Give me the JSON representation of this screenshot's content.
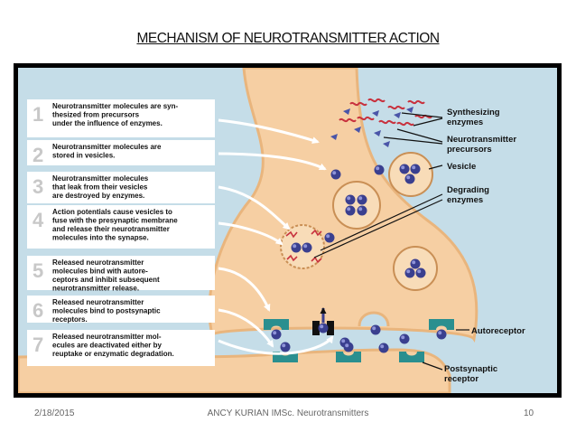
{
  "title": "MECHANISM OF NEUROTRANSMITTER ACTION",
  "steps": [
    {
      "num": "1",
      "lines": [
        "Neurotransmitter molecules are syn-",
        "thesized from precursors",
        "under the influence of enzymes."
      ]
    },
    {
      "num": "2",
      "lines": [
        "Neurotransmitter molecules are",
        "stored in vesicles."
      ]
    },
    {
      "num": "3",
      "lines": [
        "Neurotransmitter molecules",
        "that leak from their vesicles",
        "are destroyed by enzymes."
      ]
    },
    {
      "num": "4",
      "lines": [
        "Action potentials cause vesicles to",
        "fuse with the presynaptic membrane",
        "and release their neurotransmitter",
        "molecules into the synapse."
      ]
    },
    {
      "num": "5",
      "lines": [
        "Released neurotransmitter",
        "molecules bind with autore-",
        "ceptors and inhibit subsequent",
        "neurotransmitter release."
      ]
    },
    {
      "num": "6",
      "lines": [
        "Released neurotransmitter",
        "molecules bind to postsynaptic",
        "receptors."
      ]
    },
    {
      "num": "7",
      "lines": [
        "Released neurotransmitter mol-",
        "ecules are deactivated either by",
        "reuptake or enzymatic degradation."
      ]
    }
  ],
  "labels": {
    "synthesizing": [
      "Synthesizing",
      "enzymes"
    ],
    "precursors": [
      "Neurotransmitter",
      "precursors"
    ],
    "vesicle": [
      "Vesicle"
    ],
    "degrading": [
      "Degrading",
      "enzymes"
    ],
    "autoreceptor": [
      "Autoreceptor"
    ],
    "postsynaptic": [
      "Postsynaptic",
      "receptor"
    ]
  },
  "colors": {
    "background": "#c5dde8",
    "neuron": "#f6cfa3",
    "neuron_edge": "#e9b57d",
    "step_box": "#ffffff",
    "step_number": "#c8c8c8",
    "molecule": "#3a3f8f",
    "enzyme": "#c8323e",
    "receptor": "#2a8f8f"
  },
  "footer": {
    "date": "2/18/2015",
    "author": "ANCY KURIAN IMSc.  Neurotransmitters",
    "page": "10"
  }
}
